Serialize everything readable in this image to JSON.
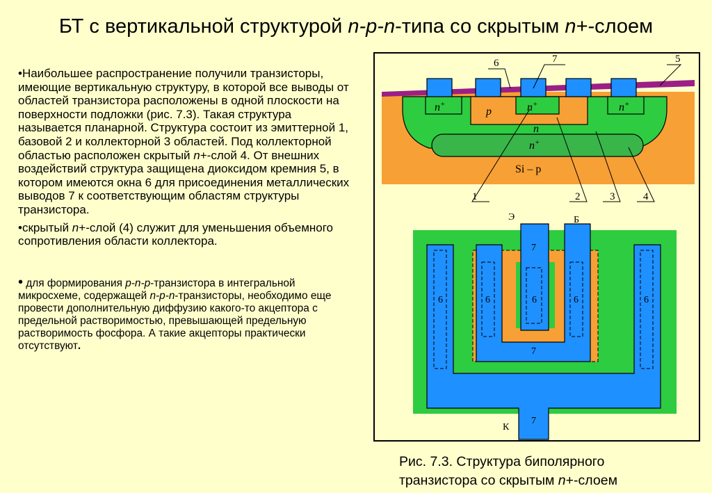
{
  "title": {
    "prefix": "БТ с вертикальной структурой ",
    "type_italic": "n-p-n",
    "middle": "-типа  со скрытым ",
    "layer_italic": "n",
    "suffix": "+-слоем"
  },
  "paragraphs": {
    "p1": {
      "bullet": "•",
      "text1": "Наибольшее распространение получили транзисторы, имеющие вертикальную структуру, в которой все выводы от областей транзистора расположены в одной плоскости на поверхности подложки (рис. 7.3). Такая структура называется планарной. Структура состоит из эмиттерной 1, базовой 2 и коллекторной 3 областей. Под коллекторной областью расположен скрытый ",
      "n_italic": "n",
      "text2": "+-слой 4. От внешних воздействий структура защищена диоксидом кремния 5, в котором имеются окна 6 для присоединения металлических выводов 7 к соответствующим областям структуры транзистора."
    },
    "p2": {
      "bullet": "•",
      "text1": "скрытый ",
      "n_italic": "n",
      "text2": "+-слой (4) служит для уменьшения объемного сопротивления области коллектора."
    },
    "p3": {
      "bullet": "•",
      "text1": " для формирования ",
      "pnp_italic": "p-n-p",
      "text2": "-транзистора в интегральной микросхеме, содержащей ",
      "npn_italic": "n-p-n",
      "text3": "-транзисторы, необходимо еще провести дополнительную диффузию какого-то акцептора с предельной растворимостью, превышающей предельную растворимость фосфора. А такие акцепторы практически отсутствуют",
      "end": "."
    }
  },
  "caption": {
    "line1": "Рис. 7.3. Структура биполярного",
    "line2_prefix": "транзистора со скрытым ",
    "line2_italic": "n",
    "line2_suffix": "+-слоем"
  },
  "diagram": {
    "cross_section": {
      "callouts": [
        "1",
        "2",
        "3",
        "4",
        "5",
        "6",
        "7"
      ],
      "region_labels": {
        "n_plus_left": "n",
        "n_plus_center": "n",
        "n_plus_right": "n",
        "plus": "+",
        "p": "p",
        "n": "n",
        "buried": "n",
        "substrate": "Si – p"
      }
    },
    "top_view": {
      "terminal_emitter": "Э",
      "terminal_base": "Б",
      "terminal_collector": "К",
      "window_label": "6",
      "metal_label": "7"
    },
    "colors": {
      "substrate": "#f7a035",
      "n_region": "#2ecc40",
      "buried": "#39b54a",
      "metal": "#1e90ff",
      "oxide": "#9b1f86",
      "background": "#ffffcc"
    }
  }
}
